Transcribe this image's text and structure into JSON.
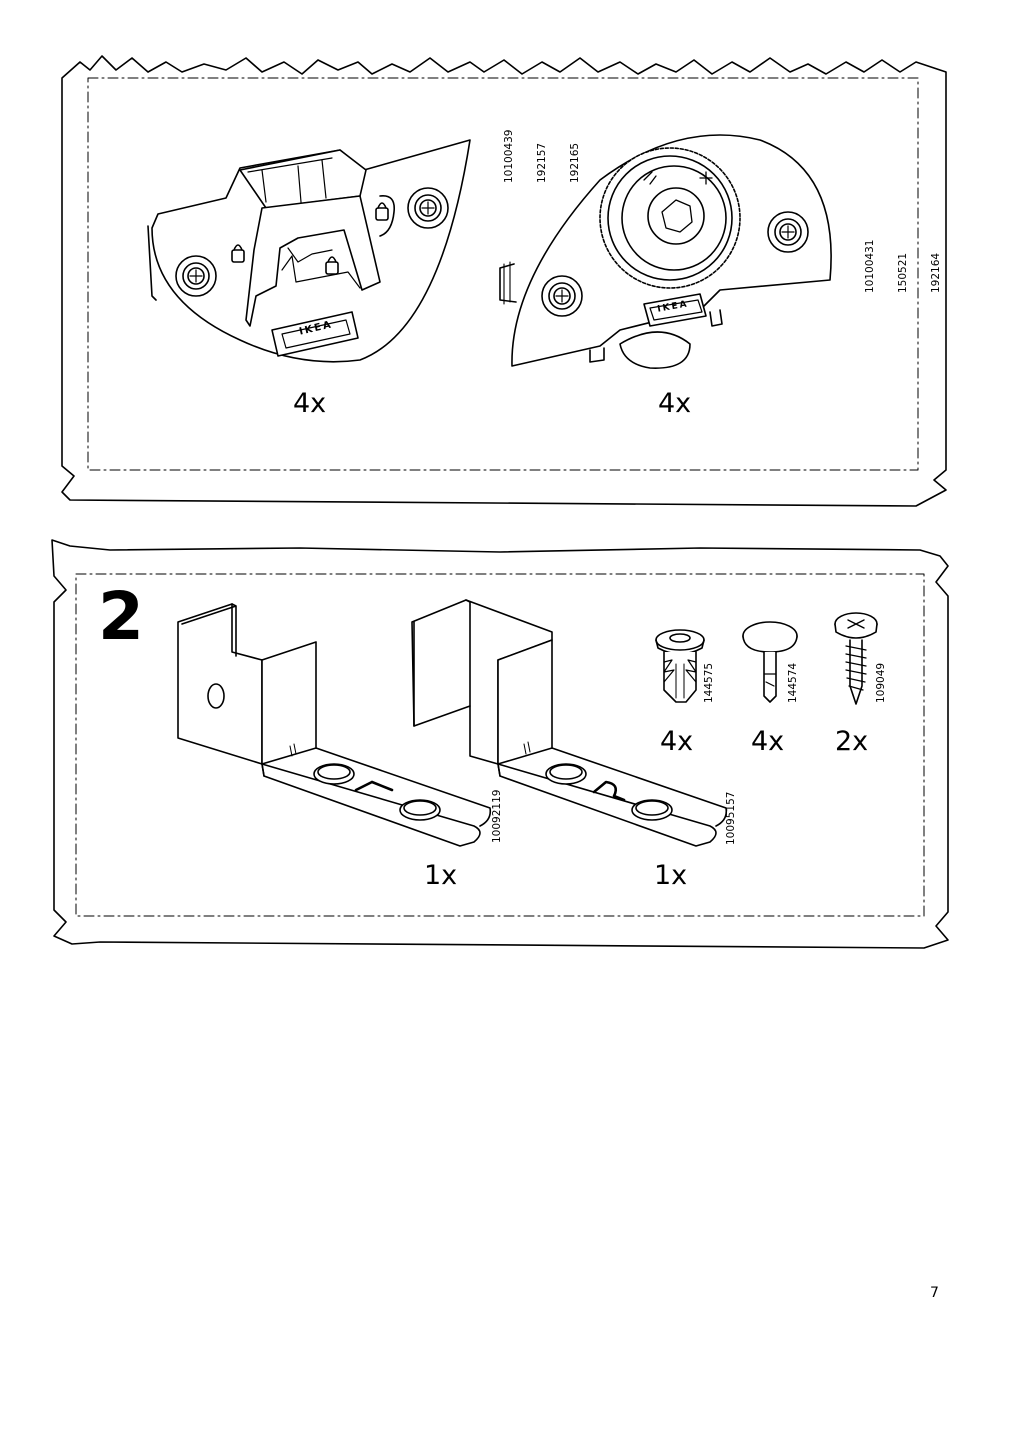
{
  "panel_top": {
    "parts": [
      {
        "name": "lock-fitting",
        "article_numbers": [
          "10100439",
          "192157",
          "192165"
        ],
        "quantity": "4x",
        "brand_label": "IKEA"
      },
      {
        "name": "adjuster-fitting",
        "article_numbers": [
          "10100431",
          "150521",
          "192164"
        ],
        "quantity": "4x",
        "brand_label": "IKEA"
      }
    ]
  },
  "panel_step2": {
    "step_number": "2",
    "brackets": [
      {
        "name": "bracket-left",
        "article_number": "10092119",
        "quantity": "1x",
        "mark": "L"
      },
      {
        "name": "bracket-right",
        "article_number": "10095157",
        "quantity": "1x",
        "mark": "R"
      }
    ],
    "small_parts": [
      {
        "name": "plastic-plug",
        "article_number": "144575",
        "quantity": "4x"
      },
      {
        "name": "cap-pin",
        "article_number": "144574",
        "quantity": "4x"
      },
      {
        "name": "screw",
        "article_number": "109049",
        "quantity": "2x"
      }
    ]
  },
  "page_number": "7"
}
